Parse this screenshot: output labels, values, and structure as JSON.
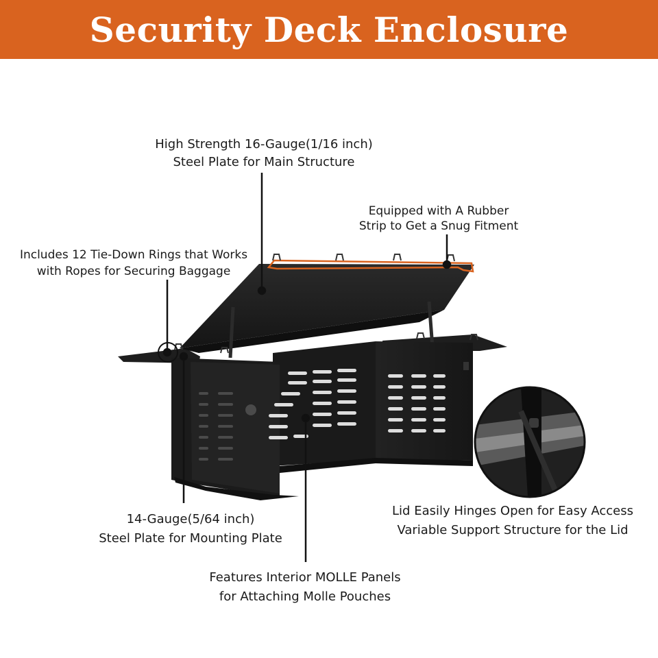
{
  "banner": {
    "title": "Security Deck Enclosure",
    "background_color": "#d9631f",
    "text_color": "#ffffff"
  },
  "callouts": {
    "steel_main": {
      "line1": "High Strength 16-Gauge(1/16 inch)",
      "line2": "Steel Plate for Main Structure"
    },
    "rubber_strip": {
      "line1": "Equipped with A Rubber",
      "line2": "Strip to Get a Snug Fitment"
    },
    "tie_down": {
      "line1": "Includes 12 Tie-Down Rings that Works",
      "line2": "with Ropes for Securing Baggage"
    },
    "mounting_plate": {
      "line1": "14-Gauge(5/64 inch)",
      "line2": "Steel Plate for Mounting Plate"
    },
    "molle": {
      "line1": "Features Interior MOLLE Panels",
      "line2": "for Attaching Molle Pouches"
    },
    "lid": {
      "line1": "Lid Easily Hinges Open for Easy Access",
      "line2": "Variable Support Structure for the Lid"
    }
  },
  "product": {
    "body_color": "#1c1c1c",
    "rubber_strip_color": "#d9631f",
    "icon": "enclosure-product-image"
  }
}
